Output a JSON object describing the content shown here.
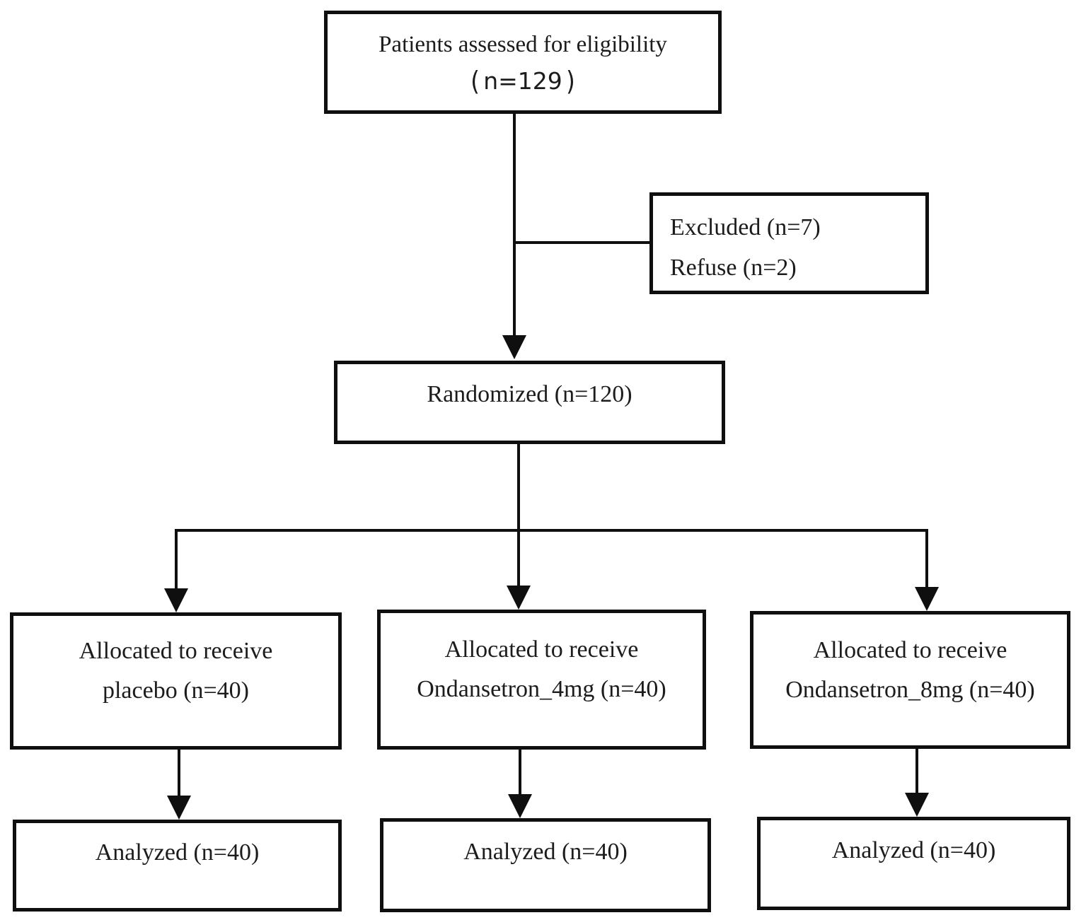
{
  "page": {
    "background_color": "#ffffff",
    "line_color": "#0f0f0f",
    "text_color": "#1c1c1c"
  },
  "nodes": {
    "eligibility": {
      "line1": "Patients assessed for eligibility",
      "paren_open": "(",
      "count": "n=129",
      "paren_close": ")"
    },
    "excluded": {
      "line1": "Excluded (n=7)",
      "line2": "Refuse (n=2)"
    },
    "randomized": {
      "label": "Randomized (n=120)"
    },
    "alloc_placebo": {
      "line1": "Allocated to receive",
      "line2": "placebo (n=40)"
    },
    "alloc_ondansetron_4mg": {
      "line1": "Allocated to receive",
      "line2": "Ondansetron_4mg (n=40)"
    },
    "alloc_ondansetron_8mg": {
      "line1": "Allocated to receive",
      "line2": "Ondansetron_8mg (n=40)"
    },
    "analyzed_placebo": {
      "label": "Analyzed (n=40)"
    },
    "analyzed_ondansetron_4mg": {
      "label": "Analyzed (n=40)"
    },
    "analyzed_ondansetron_8mg": {
      "label": "Analyzed (n=40)"
    }
  }
}
